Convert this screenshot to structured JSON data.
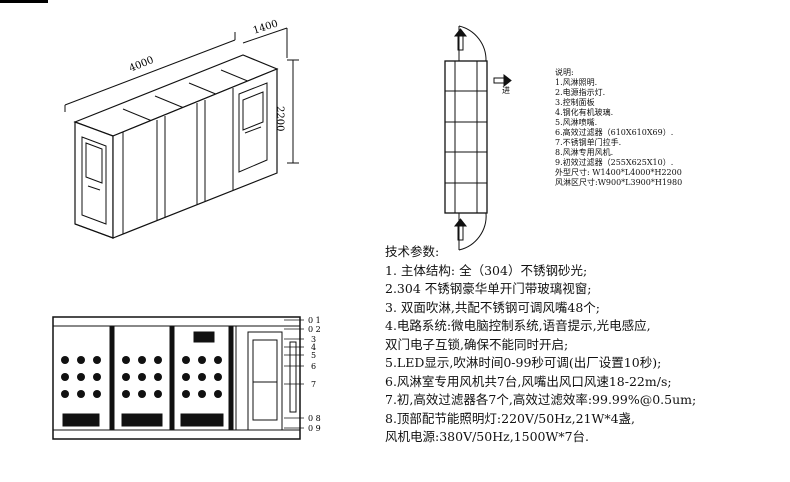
{
  "dims": {
    "length": "4000",
    "width": "1400",
    "height": "2200"
  },
  "plan": {
    "enter_label": "进"
  },
  "notes": {
    "title": "说明:",
    "items": [
      "1.风淋照明.",
      "2.电源指示灯.",
      "3.控制面板",
      "4.钢化有机玻璃.",
      "5.风淋喷嘴.",
      "6.高效过滤器（610X610X69）.",
      "7.不锈钢单门拉手.",
      "8.风淋专用风机.",
      "9.初效过滤器（255X625X10）.",
      "外型尺寸: W1400*L4000*H2200",
      "风淋区尺寸:W900*L3900*H1980"
    ]
  },
  "specs": {
    "title": "技术参数:",
    "lines": [
      "1. 主体结构: 全（304）不锈钢砂光;",
      "2.304 不锈钢豪华单开门带玻璃视窗;",
      "3. 双面吹淋,共配不锈钢可调风嘴48个;",
      "4.电路系统:微电脑控制系统,语音提示,光电感应,",
      "双门电子互锁,确保不能同时开启;",
      "5.LED显示,吹淋时间0-99秒可调(出厂设置10秒);",
      "6.风淋室专用风机共7台,风嘴出风口风速18-22m/s;",
      "7.初,高效过滤器各7个,高效过滤效率:99.99%@0.5um;",
      "8.顶部配节能照明灯:220V/50Hz,21W*4盏,",
      "风机电源:380V/50Hz,1500W*7台."
    ]
  },
  "callouts": [
    "0 1",
    "0 2",
    "3",
    "4",
    "5",
    "6",
    "7",
    "0 8",
    "0 9"
  ]
}
